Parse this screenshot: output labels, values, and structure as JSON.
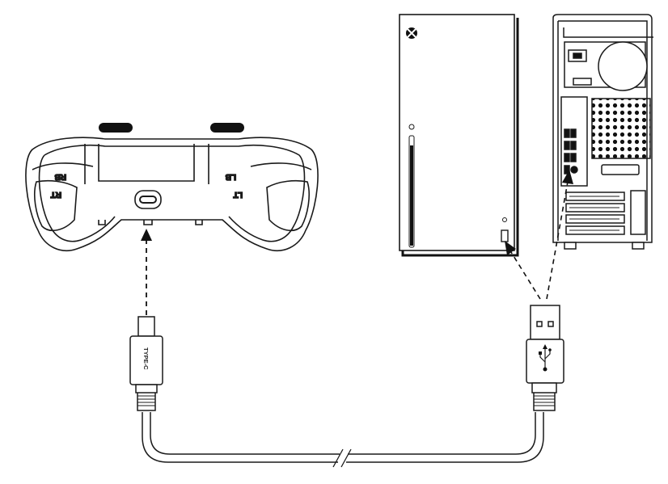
{
  "controller": {
    "labels": {
      "rb": "RB",
      "rt": "RT",
      "lb": "LB",
      "lt": "LT"
    },
    "port": "usb-c-port"
  },
  "cable": {
    "typec_label": "TYPE-C",
    "usb_a_symbol": "usb-trident-icon"
  },
  "console": {
    "logo": "xbox-logo-icon"
  },
  "pc": {
    "icon": "desktop-pc-tower-icon"
  },
  "colors": {
    "stroke": "#1a1a1a",
    "fill": "#ffffff",
    "dark": "#111111"
  }
}
